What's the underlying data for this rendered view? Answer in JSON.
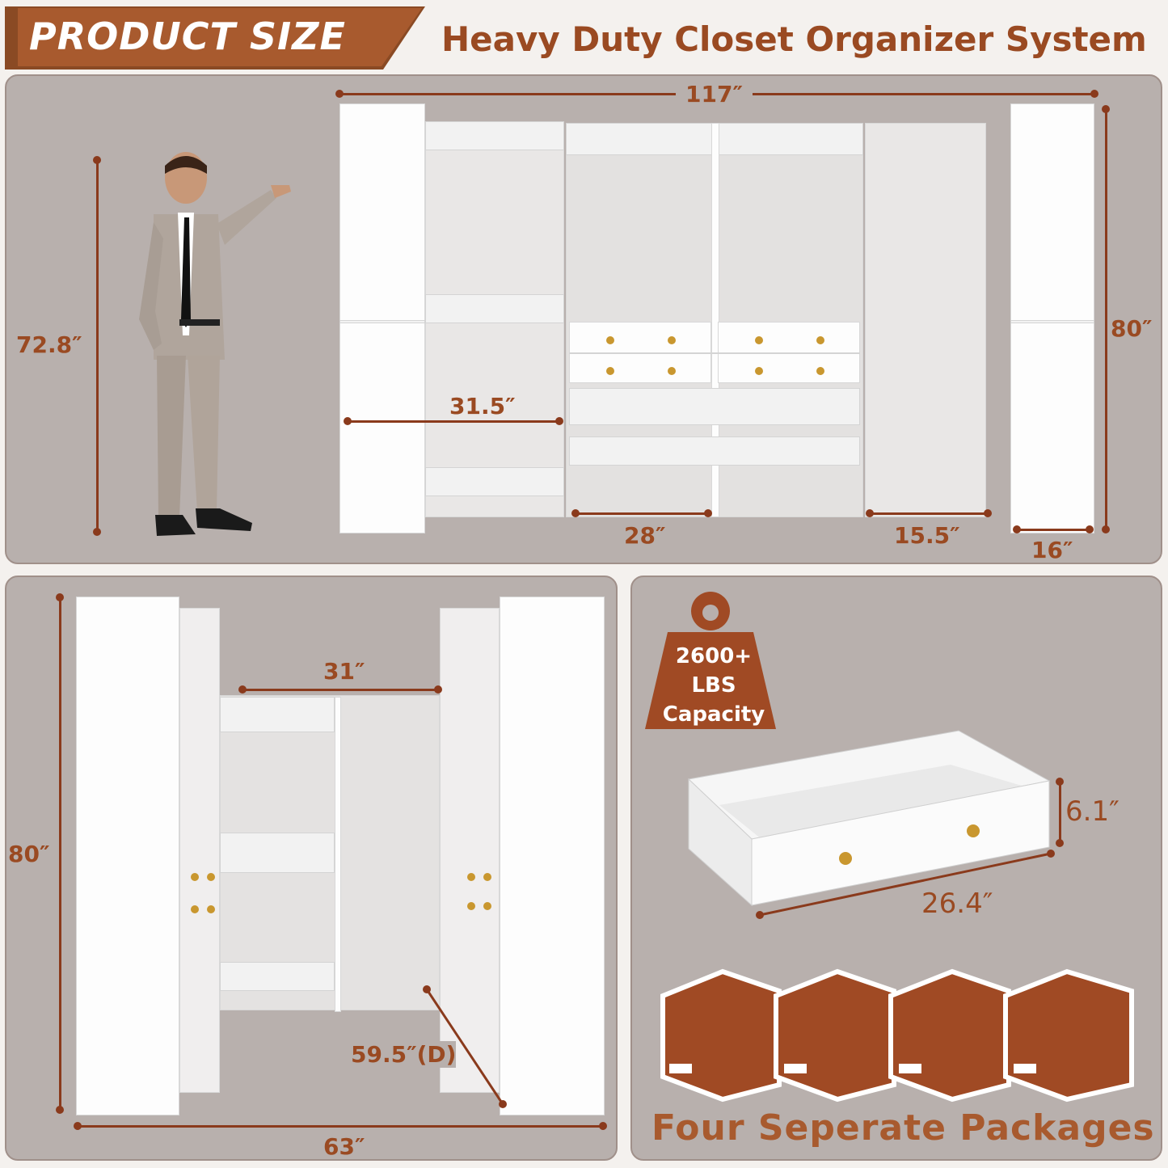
{
  "banner": {
    "tag": "PRODUCT SIZE",
    "title": "Heavy Duty Closet Organizer System"
  },
  "top_panel": {
    "dims": {
      "width": "117″",
      "person_height": "72.8″",
      "height": "80″",
      "hang_width": "31.5″",
      "drawer_section": "28″",
      "corner": "15.5″",
      "depth": "16″"
    }
  },
  "bottom_left_panel": {
    "dims": {
      "inner_width": "31″",
      "height": "80″",
      "depth": "59.5″(D)",
      "width": "63″"
    }
  },
  "bottom_right_panel": {
    "weight_badge": {
      "line1": "2600+",
      "line2": "LBS",
      "line3": "Capacity"
    },
    "drawer_dims": {
      "height": "6.1″",
      "width": "26.4″"
    },
    "packages_label": "Four Seperate Packages"
  },
  "colors": {
    "accent": "#9a4a22",
    "panel": "#b8b0ad",
    "box": "#a04a24"
  }
}
